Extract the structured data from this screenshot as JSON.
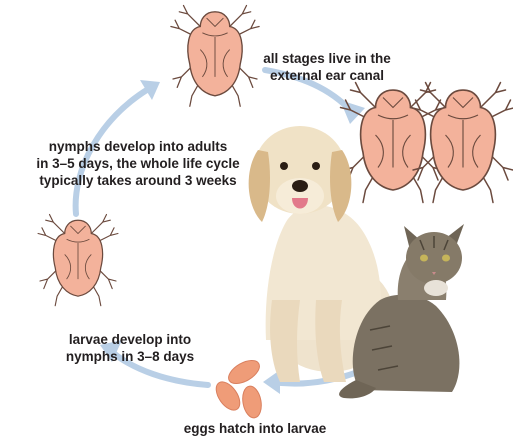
{
  "labels": {
    "all_stages": [
      "all stages live in the",
      "external ear canal"
    ],
    "nymphs_adults": [
      "nymphs develop into adults",
      "in 3–5 days, the whole life cycle",
      "typically takes around 3 weeks"
    ],
    "larvae_nymphs": [
      "larvae develop into",
      "nymphs in 3–8 days"
    ],
    "eggs_larvae": [
      "eggs hatch into larvae"
    ]
  },
  "colors": {
    "arrow": "#b9cfe6",
    "mite_body": "#f3b29b",
    "mite_outline": "#6b4a3e",
    "egg": "#ef9c78",
    "text": "#231f20"
  },
  "illustrations": {
    "dog": "golden-retriever",
    "cat": "tabby-cat"
  }
}
